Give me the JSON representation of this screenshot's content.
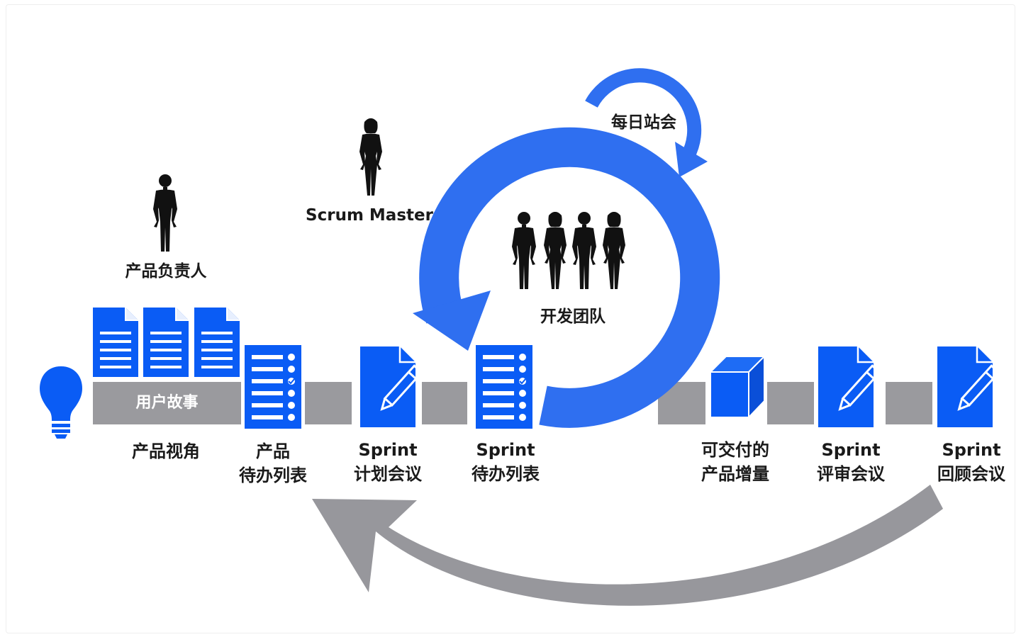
{
  "roles": {
    "product_owner": "产品负责人",
    "scrum_master": "Scrum Master",
    "dev_team": "开发团队",
    "daily_standup": "每日站会"
  },
  "bar": {
    "user_stories": "用户故事"
  },
  "labels": {
    "product_vision": "产品视角",
    "product_backlog": [
      "产品",
      "待办列表"
    ],
    "sprint_planning": [
      "Sprint",
      "计划会议"
    ],
    "sprint_backlog": [
      "Sprint",
      "待办列表"
    ],
    "increment": [
      "可交付的",
      "产品增量"
    ],
    "sprint_review": [
      "Sprint",
      "评审会议"
    ],
    "sprint_retro": [
      "Sprint",
      "回顾会议"
    ]
  },
  "colors": {
    "blue": "#0a5cf5",
    "blue_bright": "#2f6ff0",
    "gray": "#9a9a9e",
    "black": "#111111"
  }
}
